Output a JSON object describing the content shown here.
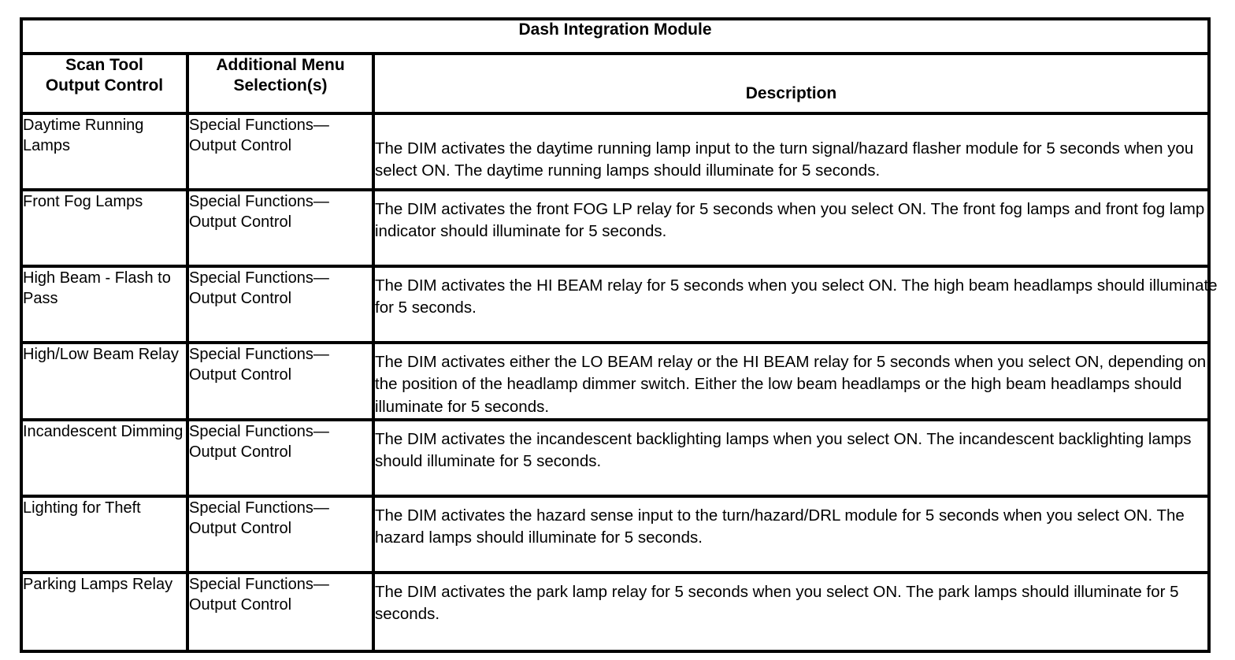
{
  "table": {
    "title": "Dash Integration Module",
    "columns": [
      {
        "id": "control",
        "header_line1": "Scan Tool",
        "header_line2": "Output Control"
      },
      {
        "id": "menu",
        "header_line1": "Additional Menu",
        "header_line2": "Selection(s)"
      },
      {
        "id": "description",
        "header": "Description"
      }
    ],
    "rows": [
      {
        "control": "Daytime Running Lamps",
        "menu": "Special Functions—Output Control",
        "description": "The DIM activates the daytime running lamp input to the turn signal/hazard flasher module for 5 seconds when you select ON. The daytime running lamps should illuminate for 5 seconds."
      },
      {
        "control": "Front Fog Lamps",
        "menu": "Special Functions—Output Control",
        "description": "The DIM activates the front FOG LP relay for 5 seconds when you select ON. The front fog lamps and front fog lamp indicator should illuminate for 5 seconds."
      },
      {
        "control": "High Beam - Flash to Pass",
        "menu": "Special Functions—Output Control",
        "description": "The DIM activates the HI BEAM relay for 5 seconds when you select ON. The high beam headlamps should illuminate for 5 seconds."
      },
      {
        "control": "High/Low Beam Relay",
        "menu": "Special Functions—Output Control",
        "description": "The DIM activates either the LO BEAM relay or the HI BEAM relay for 5 seconds when you select ON, depending on the position of the headlamp dimmer switch. Either the low beam headlamps or the high beam headlamps should illuminate for 5 seconds."
      },
      {
        "control": "Incandescent Dimming",
        "menu": "Special Functions—Output Control",
        "description": "The DIM activates the incandescent backlighting lamps when you select ON. The incandescent backlighting lamps should illuminate for 5 seconds."
      },
      {
        "control": "Lighting for Theft",
        "menu": "Special Functions—Output Control",
        "description": "The DIM activates the hazard sense input to the turn/hazard/DRL module for 5 seconds when you select ON. The hazard lamps should illuminate for 5 seconds."
      },
      {
        "control": "Parking Lamps Relay",
        "menu": "Special Functions—Output Control",
        "description": "The DIM activates the park lamp relay for 5 seconds when you select ON. The park lamps should illuminate for 5 seconds."
      }
    ]
  },
  "colors": {
    "border": "#000000",
    "background": "#ffffff",
    "text": "#000000"
  }
}
